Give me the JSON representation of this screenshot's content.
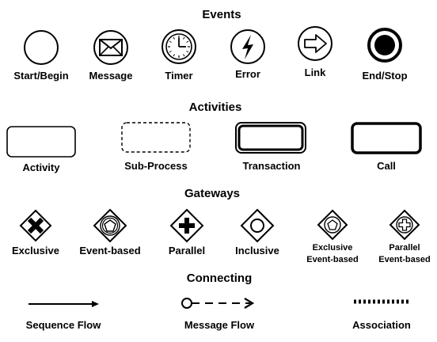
{
  "sections": {
    "events": "Events",
    "activities": "Activities",
    "gateways": "Gateways",
    "connecting": "Connecting"
  },
  "events": {
    "start": "Start/Begin",
    "message": "Message",
    "timer": "Timer",
    "error": "Error",
    "link": "Link",
    "end": "End/Stop"
  },
  "activities": {
    "activity": "Activity",
    "subprocess": "Sub-Process",
    "transaction": "Transaction",
    "call": "Call"
  },
  "gateways": {
    "exclusive": "Exclusive",
    "event_based": "Event-based",
    "parallel": "Parallel",
    "inclusive": "Inclusive",
    "excl_event_based_1": "Exclusive",
    "excl_event_based_2": "Event-based",
    "par_event_based_1": "Parallel",
    "par_event_based_2": "Event-based"
  },
  "connecting": {
    "sequence": "Sequence Flow",
    "message": "Message Flow",
    "association": "Association"
  },
  "colors": {
    "stroke": "#000000",
    "fill": "#ffffff"
  }
}
